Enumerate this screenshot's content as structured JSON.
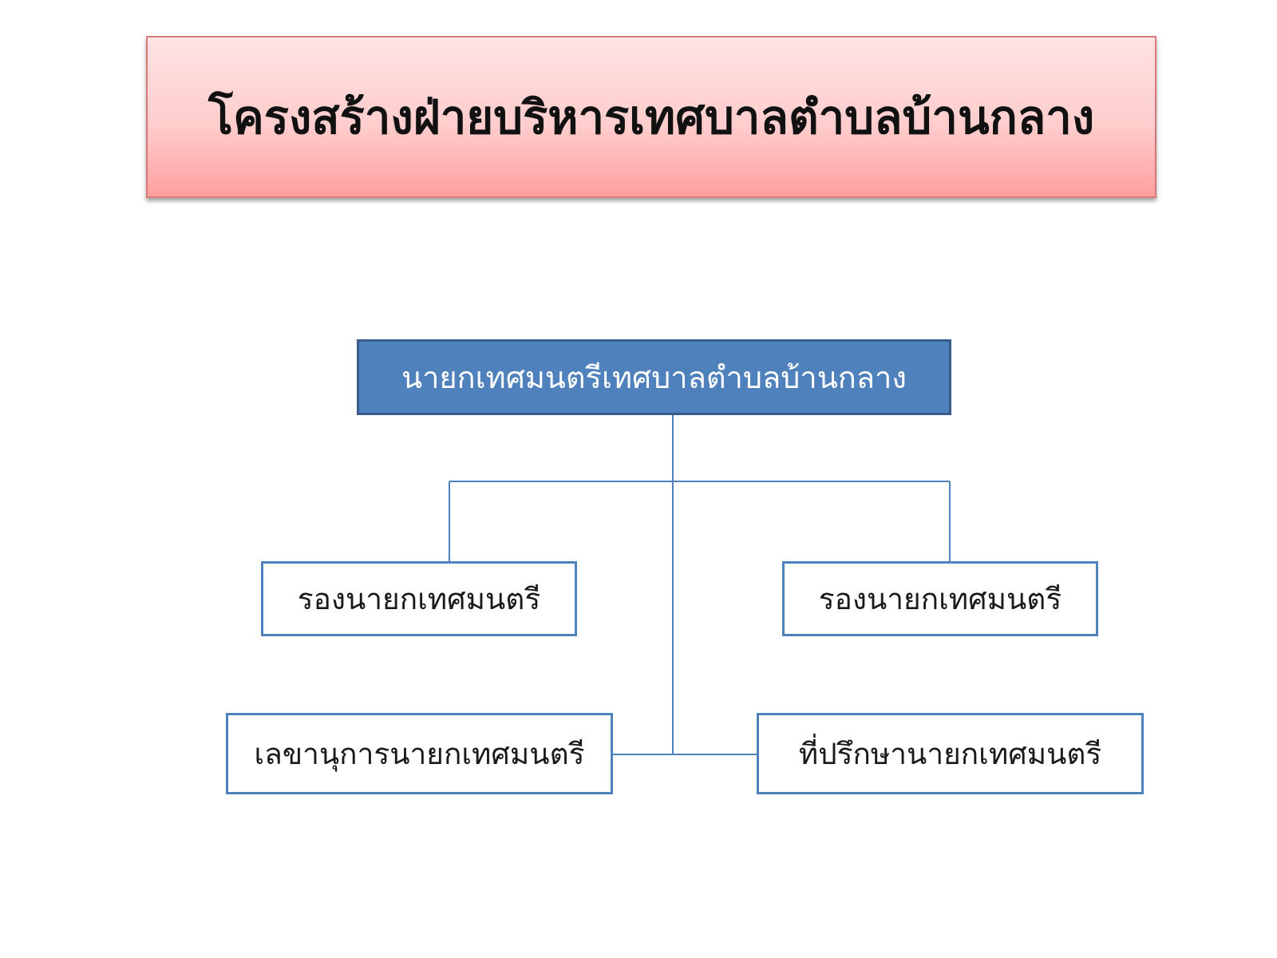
{
  "title": "โครงสร้างฝ่ายบริหารเทศบาลตำบลบ้านกลาง",
  "org_chart": {
    "root": "นายกเทศมนตรีเทศบาลตำบลบ้านกลาง",
    "deputy_left": "รองนายกเทศมนตรี",
    "deputy_right": "รองนายกเทศมนตรี",
    "secretary": "เลขานุการนายกเทศมนตรี",
    "advisor": "ที่ปรึกษานายกเทศมนตรี"
  },
  "colors": {
    "banner_fill_top": "#ffe3e3",
    "banner_fill_bottom": "#ff9e9e",
    "banner_border": "#d9797b",
    "root_fill": "#4f81bd",
    "root_border": "#385d8a",
    "node_border": "#4f81bd",
    "connector": "#4f81bd"
  }
}
